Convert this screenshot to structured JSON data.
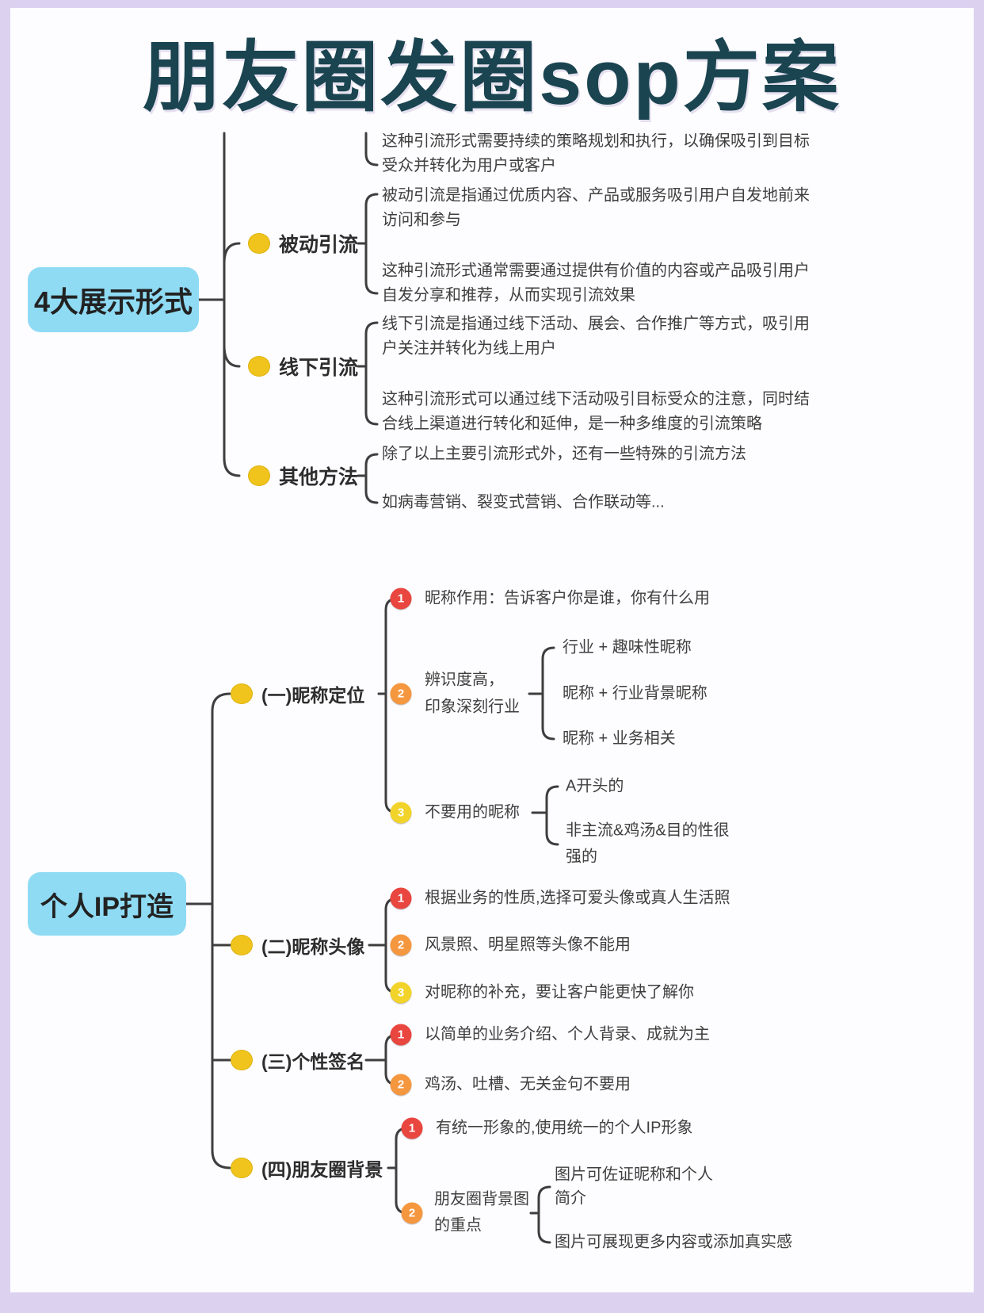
{
  "page": {
    "title": "朋友圈发圈sop方案"
  },
  "colors": {
    "title": "#1a4450",
    "frame": "#dcd2f0",
    "root_box_bg": "#8fdbf4",
    "branch_dot": "#f0c41c",
    "badge_red": "#e8463f",
    "badge_orange": "#f5973f",
    "badge_yellow": "#f2d32a",
    "connector_line": "#3e3e3e"
  },
  "nums": {
    "one": "1",
    "two": "2",
    "three": "3"
  },
  "s1": {
    "root": "4大展示形式",
    "b0": {
      "l1": "这种引流形式需要持续的策略规划和执行，以确保吸引到目标",
      "l2": "受众并转化为用户或客户"
    },
    "b1": {
      "label": "被动引流",
      "c1l1": "被动引流是指通过优质内容、产品或服务吸引用户自发地前来",
      "c1l2": "访问和参与",
      "c2l1": "这种引流形式通常需要通过提供有价值的内容或产品吸引用户",
      "c2l2": "自发分享和推荐，从而实现引流效果"
    },
    "b2": {
      "label": "线下引流",
      "c1l1": "线下引流是指通过线下活动、展会、合作推广等方式，吸引用",
      "c1l2": "户关注并转化为线上用户",
      "c2l1": "这种引流形式可以通过线下活动吸引目标受众的注意，同时结",
      "c2l2": "合线上渠道进行转化和延伸，是一种多维度的引流策略"
    },
    "b3": {
      "label": "其他方法",
      "c1": "除了以上主要引流形式外，还有一些特殊的引流方法",
      "c2": "如病毒营销、裂变式营销、合作联动等..."
    }
  },
  "s2": {
    "root": "个人IP打造",
    "b1": {
      "label": "(一)昵称定位",
      "i1": "昵称作用：告诉客户你是谁，你有什么用",
      "i2l1": "辨识度高，",
      "i2l2": "印象深刻行业",
      "g1": "行业 + 趣味性昵称",
      "g2": "昵称 + 行业背景昵称",
      "g3": "昵称 + 业务相关",
      "i3": "不要用的昵称",
      "h1": "A开头的",
      "h2l1": "非主流&鸡汤&目的性很",
      "h2l2": "强的"
    },
    "b2": {
      "label": "(二)昵称头像",
      "i1": "根据业务的性质,选择可爱头像或真人生活照",
      "i2": "风景照、明星照等头像不能用",
      "i3": "对昵称的补充，要让客户能更快了解你"
    },
    "b3": {
      "label": "(三)个性签名",
      "i1": "以简单的业务介绍、个人背录、成就为主",
      "i2": "鸡汤、吐槽、无关金句不要用"
    },
    "b4": {
      "label": "(四)朋友圈背景",
      "i1": "有统一形象的,使用统一的个人IP形象",
      "i2l1": "朋友圈背景图",
      "i2l2": "的重点",
      "g1l1": "图片可佐证昵称和个人",
      "g1l2": "简介",
      "g2": "图片可展现更多内容或添加真实感"
    }
  }
}
